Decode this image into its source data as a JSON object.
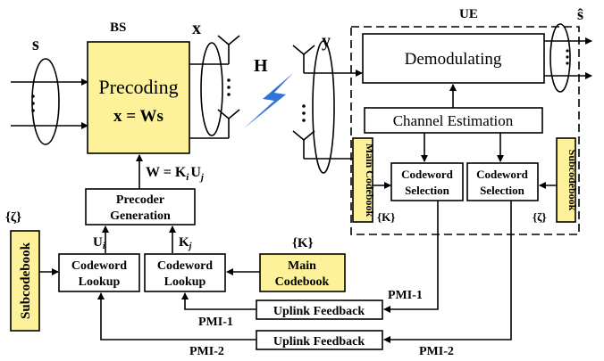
{
  "colors": {
    "highlight": "#fdf29a",
    "lightning": "#2f74d6",
    "line": "#000000"
  },
  "bs": {
    "label": "BS",
    "input_label": "s",
    "output_label": "x",
    "precoding": {
      "title": "Precoding",
      "eq": "x = Ws"
    },
    "w_eq": {
      "prefix": "W = K",
      "k_sub": "i",
      "mid": "U",
      "u_sub": "j"
    },
    "precoder_generation": {
      "line1": "Precoder",
      "line2": "Generation"
    },
    "u_label": {
      "main": "U",
      "sub": "i"
    },
    "k_label": {
      "main": "K",
      "sub": "j"
    },
    "codeword_lookup_1": {
      "line1": "Codeword",
      "line2": "Lookup"
    },
    "codeword_lookup_2": {
      "line1": "Codeword",
      "line2": "Lookup"
    },
    "subcodebook": {
      "label": "Subcodebook",
      "set": "{ζ}"
    },
    "main_codebook": {
      "line1": "Main",
      "line2": "Codebook",
      "set": "{K}"
    }
  },
  "channel": {
    "label": "H"
  },
  "ue": {
    "label": "UE",
    "input_label": "y",
    "output_label": "ŝ",
    "demodulating": "Demodulating",
    "channel_estimation": "Channel Estimation",
    "codeword_selection_1": {
      "line1": "Codeword",
      "line2": "Selection"
    },
    "codeword_selection_2": {
      "line1": "Codeword",
      "line2": "Selection"
    },
    "main_codebook": {
      "label": "Main Codebook",
      "set": "{K}"
    },
    "subcodebook": {
      "label": "Subcodebook",
      "set": "{ζ}"
    }
  },
  "feedback": {
    "uplink_1": "Uplink Feedback",
    "uplink_2": "Uplink Feedback",
    "pmi1_ue": "PMI-1",
    "pmi1_bs": "PMI-1",
    "pmi2_bs": "PMI-2",
    "pmi2_ue": "PMI-2"
  }
}
